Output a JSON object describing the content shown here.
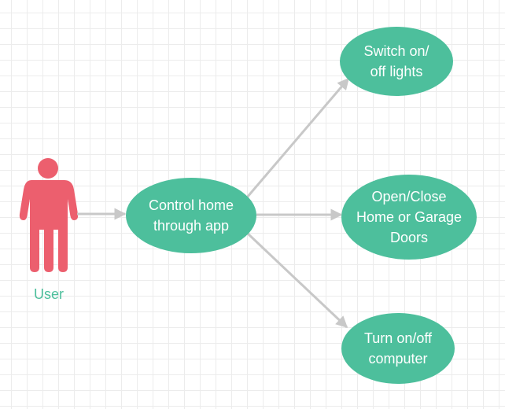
{
  "actor": {
    "label": "User",
    "icon": "user-icon"
  },
  "use_cases": {
    "main": "Control home\nthrough app",
    "lights": "Switch on/\noff lights",
    "doors": "Open/Close\nHome or Garage\nDoors",
    "computer": "Turn on/off\ncomputer"
  },
  "connections": [
    {
      "from": "User",
      "to": "Control home through app"
    },
    {
      "from": "Control home through app",
      "to": "Switch on/off lights"
    },
    {
      "from": "Control home through app",
      "to": "Open/Close Home or Garage Doors"
    },
    {
      "from": "Control home through app",
      "to": "Turn on/off computer"
    }
  ],
  "colors": {
    "node_fill": "#4dbf9c",
    "actor": "#ec5f6e",
    "actor_label": "#4dbf9c",
    "connector": "#c8c8c8",
    "grid": "#ececec"
  }
}
